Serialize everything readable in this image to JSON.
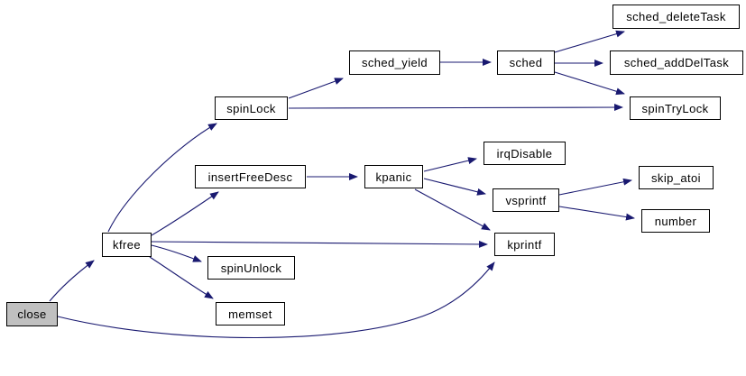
{
  "diagram": {
    "type": "call-graph",
    "colors": {
      "background": "#ffffff",
      "edge": "#191970",
      "node_border": "#000000",
      "node_fill": "#ffffff",
      "root_node_fill": "#c0c0c0",
      "text": "#000000"
    },
    "nodes": [
      {
        "id": "close",
        "label": "close",
        "root": true
      },
      {
        "id": "kfree",
        "label": "kfree",
        "root": false
      },
      {
        "id": "spinLock",
        "label": "spinLock",
        "root": false
      },
      {
        "id": "sched_yield",
        "label": "sched_yield",
        "root": false
      },
      {
        "id": "sched",
        "label": "sched",
        "root": false
      },
      {
        "id": "sched_deleteTask",
        "label": "sched_deleteTask",
        "root": false
      },
      {
        "id": "sched_addDelTask",
        "label": "sched_addDelTask",
        "root": false
      },
      {
        "id": "spinTryLock",
        "label": "spinTryLock",
        "root": false
      },
      {
        "id": "insertFreeDesc",
        "label": "insertFreeDesc",
        "root": false
      },
      {
        "id": "kpanic",
        "label": "kpanic",
        "root": false
      },
      {
        "id": "irqDisable",
        "label": "irqDisable",
        "root": false
      },
      {
        "id": "vsprintf",
        "label": "vsprintf",
        "root": false
      },
      {
        "id": "kprintf",
        "label": "kprintf",
        "root": false
      },
      {
        "id": "skip_atoi",
        "label": "skip_atoi",
        "root": false
      },
      {
        "id": "number",
        "label": "number",
        "root": false
      },
      {
        "id": "spinUnlock",
        "label": "spinUnlock",
        "root": false
      },
      {
        "id": "memset",
        "label": "memset",
        "root": false
      }
    ],
    "edges": [
      {
        "from": "close",
        "to": "kfree"
      },
      {
        "from": "close",
        "to": "kprintf"
      },
      {
        "from": "kfree",
        "to": "spinLock"
      },
      {
        "from": "kfree",
        "to": "insertFreeDesc"
      },
      {
        "from": "kfree",
        "to": "kprintf"
      },
      {
        "from": "kfree",
        "to": "spinUnlock"
      },
      {
        "from": "kfree",
        "to": "memset"
      },
      {
        "from": "spinLock",
        "to": "sched_yield"
      },
      {
        "from": "spinLock",
        "to": "spinTryLock"
      },
      {
        "from": "sched_yield",
        "to": "sched"
      },
      {
        "from": "sched",
        "to": "sched_deleteTask"
      },
      {
        "from": "sched",
        "to": "sched_addDelTask"
      },
      {
        "from": "sched",
        "to": "spinTryLock"
      },
      {
        "from": "insertFreeDesc",
        "to": "kpanic"
      },
      {
        "from": "kpanic",
        "to": "irqDisable"
      },
      {
        "from": "kpanic",
        "to": "vsprintf"
      },
      {
        "from": "kpanic",
        "to": "kprintf"
      },
      {
        "from": "vsprintf",
        "to": "skip_atoi"
      },
      {
        "from": "vsprintf",
        "to": "number"
      }
    ]
  }
}
